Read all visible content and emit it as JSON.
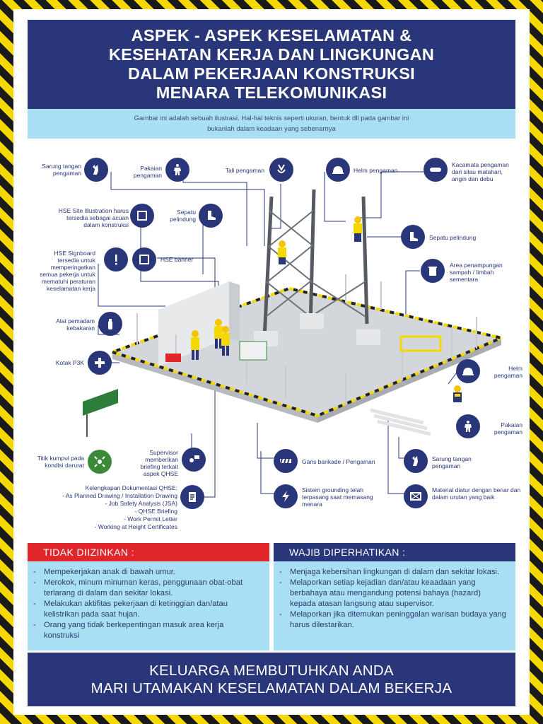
{
  "header": {
    "title_lines": [
      "ASPEK - ASPEK KESELAMATAN &",
      "KESEHATAN KERJA DAN LINGKUNGAN",
      "DALAM PEKERJAAN KONSTRUKSI",
      "MENARA TELEKOMUNIKASI"
    ]
  },
  "note": {
    "lines": [
      "Gambar ini adalah sebuah ilustrasi. Hal-hal teknis seperti ukuran, bentuk dll pada gambar ini",
      "bukanlah dalam keadaan yang sebenarnya"
    ]
  },
  "labels": {
    "sarung_tangan": "Sarung tangan pengaman",
    "pakaian": "Pakaian pengaman",
    "tali": "Tali pengaman",
    "helm": "Helm pengaman",
    "kacamata": "Kacamata pengaman dari silau matahari, angin dan debu",
    "hse_site": "HSE Site Illustration harus tersedia sebagai acuan dalam konstruksi",
    "sepatu_left": "Sepatu pelindung",
    "sepatu_right": "Sepatu pelindung",
    "hse_signboard": "HSE Signboard tersedia untuk memperingatkan semua pekerja untuk mematuhi peraturan keselamatan kerja",
    "hse_banner": "HSE banner",
    "area_sampah": "Area penampungan sampah / limbah sementara",
    "alat_pemadam": "Alat pemadam kebakaran",
    "kotak_p3k": "Kotak P3K",
    "helm_right": "Helm pengaman",
    "pakaian_right": "Pakaian pengaman",
    "titik_kumpul": "Titik kumpul pada kondisi darurat",
    "supervisor": "Supervisor memberikan briefing terkait aspek QHSE",
    "garis": "Garis barikade / Pengaman",
    "sarung_right": "Sarung tangan pengaman",
    "grounding": "Sistem grounding telah terpasang saat memasang menara",
    "material": "Material diatur dengan benar dan dalam urutan yang baik",
    "dokumentasi": [
      "Kelengkapan Dokumentasi QHSE:",
      "- As Planned Drawing / Installation Drawing",
      "- Job Safety Analysis (JSA)",
      "- QHSE Briefing",
      "- Work Permit Letter",
      "- Working at Height Certificates"
    ]
  },
  "tidak": {
    "title": "TIDAK DIIZINKAN :",
    "color": "#e0262b",
    "items": [
      "Mempekerjakan anak di bawah umur.",
      "Merokok, minum minuman keras, penggunaan obat-obat terlarang di dalam dan sekitar lokasi.",
      "Melakukan aktifitas pekerjaan di ketinggian dan/atau kelistrikan pada saat hujan.",
      "Orang yang tidak berkepentingan masuk area kerja konstruksi"
    ]
  },
  "wajib": {
    "title": "WAJIB DIPERHATIKAN :",
    "color": "#293679",
    "items": [
      "Menjaga kebersihan lingkungan di dalam dan sekitar lokasi.",
      "Melaporkan setiap kejadian dan/atau keaadaan yang berbahaya atau mengandung potensi bahaya (hazard) kepada atasan langsung atau supervisor.",
      "Melaporkan jika ditemukan peninggalan warisan budaya yang harus dilestarikan."
    ]
  },
  "footer": {
    "lines": [
      "KELUARGA MEMBUTUHKAN ANDA",
      "MARI UTAMAKAN KESELAMATAN DALAM BEKERJA"
    ]
  },
  "icons": [
    "glove-icon",
    "suit-icon",
    "harness-icon",
    "helmet-icon",
    "goggles-icon",
    "frame-icon",
    "boot-icon",
    "exclamation-icon",
    "banner-icon",
    "trash-icon",
    "extinguisher-icon",
    "first-aid-icon",
    "assembly-point-icon",
    "briefing-icon",
    "document-icon",
    "barricade-icon",
    "lightning-icon",
    "material-icon"
  ]
}
